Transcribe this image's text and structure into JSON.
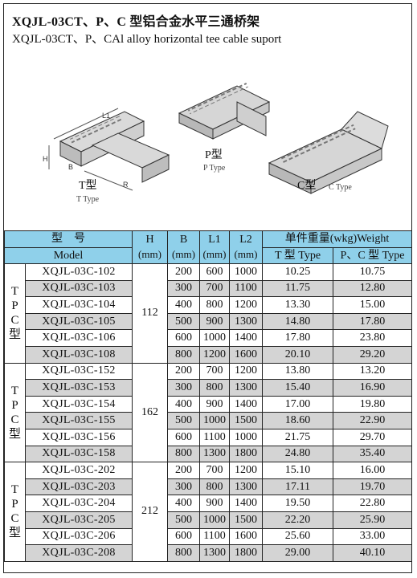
{
  "title_cn": "XQJL-03CT、P、C 型铝合金水平三通桥架",
  "title_en": "XQJL-03CT、P、CAl alloy horizontal tee cable suport",
  "figure": {
    "t_label": "T型",
    "t_sub": "T Type",
    "p_label": "P型",
    "p_sub": "P Type",
    "c_label": "C型",
    "c_sub": "C Type",
    "dim_b": "B",
    "dim_h": "H",
    "dim_r": "R",
    "dim_l1": "L1"
  },
  "table": {
    "header": {
      "model_cn": "型　号",
      "model_en": "Model",
      "h": "H",
      "b": "B",
      "l1": "L1",
      "l2": "L2",
      "mm": "(mm)",
      "weight": "单件重量(wkg)Weight",
      "t_type": "T 型 Type",
      "pc_type": "P、C 型 Type"
    },
    "group_label": [
      "T",
      "P",
      "C",
      "型"
    ],
    "groups": [
      {
        "h": "112",
        "rows": [
          {
            "model": "XQJL-03C-102",
            "b": "200",
            "l1": "600",
            "l2": "1000",
            "t": "10.25",
            "pc": "10.75"
          },
          {
            "model": "XQJL-03C-103",
            "b": "300",
            "l1": "700",
            "l2": "1100",
            "t": "11.75",
            "pc": "12.80"
          },
          {
            "model": "XQJL-03C-104",
            "b": "400",
            "l1": "800",
            "l2": "1200",
            "t": "13.30",
            "pc": "15.00"
          },
          {
            "model": "XQJL-03C-105",
            "b": "500",
            "l1": "900",
            "l2": "1300",
            "t": "14.80",
            "pc": "17.80"
          },
          {
            "model": "XQJL-03C-106",
            "b": "600",
            "l1": "1000",
            "l2": "1400",
            "t": "17.80",
            "pc": "23.80"
          },
          {
            "model": "XQJL-03C-108",
            "b": "800",
            "l1": "1200",
            "l2": "1600",
            "t": "20.10",
            "pc": "29.20"
          }
        ]
      },
      {
        "h": "162",
        "rows": [
          {
            "model": "XQJL-03C-152",
            "b": "200",
            "l1": "700",
            "l2": "1200",
            "t": "13.80",
            "pc": "13.20"
          },
          {
            "model": "XQJL-03C-153",
            "b": "300",
            "l1": "800",
            "l2": "1300",
            "t": "15.40",
            "pc": "16.90"
          },
          {
            "model": "XQJL-03C-154",
            "b": "400",
            "l1": "900",
            "l2": "1400",
            "t": "17.00",
            "pc": "19.80"
          },
          {
            "model": "XQJL-03C-155",
            "b": "500",
            "l1": "1000",
            "l2": "1500",
            "t": "18.60",
            "pc": "22.90"
          },
          {
            "model": "XQJL-03C-156",
            "b": "600",
            "l1": "1100",
            "l2": "1000",
            "t": "21.75",
            "pc": "29.70"
          },
          {
            "model": "XQJL-03C-158",
            "b": "800",
            "l1": "1300",
            "l2": "1800",
            "t": "24.80",
            "pc": "35.40"
          }
        ]
      },
      {
        "h": "212",
        "rows": [
          {
            "model": "XQJL-03C-202",
            "b": "200",
            "l1": "700",
            "l2": "1200",
            "t": "15.10",
            "pc": "16.00"
          },
          {
            "model": "XQJL-03C-203",
            "b": "300",
            "l1": "800",
            "l2": "1300",
            "t": "17.11",
            "pc": "19.70"
          },
          {
            "model": "XQJL-03C-204",
            "b": "400",
            "l1": "900",
            "l2": "1400",
            "t": "19.50",
            "pc": "22.80"
          },
          {
            "model": "XQJL-03C-205",
            "b": "500",
            "l1": "1000",
            "l2": "1500",
            "t": "22.20",
            "pc": "25.90"
          },
          {
            "model": "XQJL-03C-206",
            "b": "600",
            "l1": "1100",
            "l2": "1600",
            "t": "25.60",
            "pc": "33.00"
          },
          {
            "model": "XQJL-03C-208",
            "b": "800",
            "l1": "1300",
            "l2": "1800",
            "t": "29.00",
            "pc": "40.10"
          }
        ]
      }
    ]
  }
}
